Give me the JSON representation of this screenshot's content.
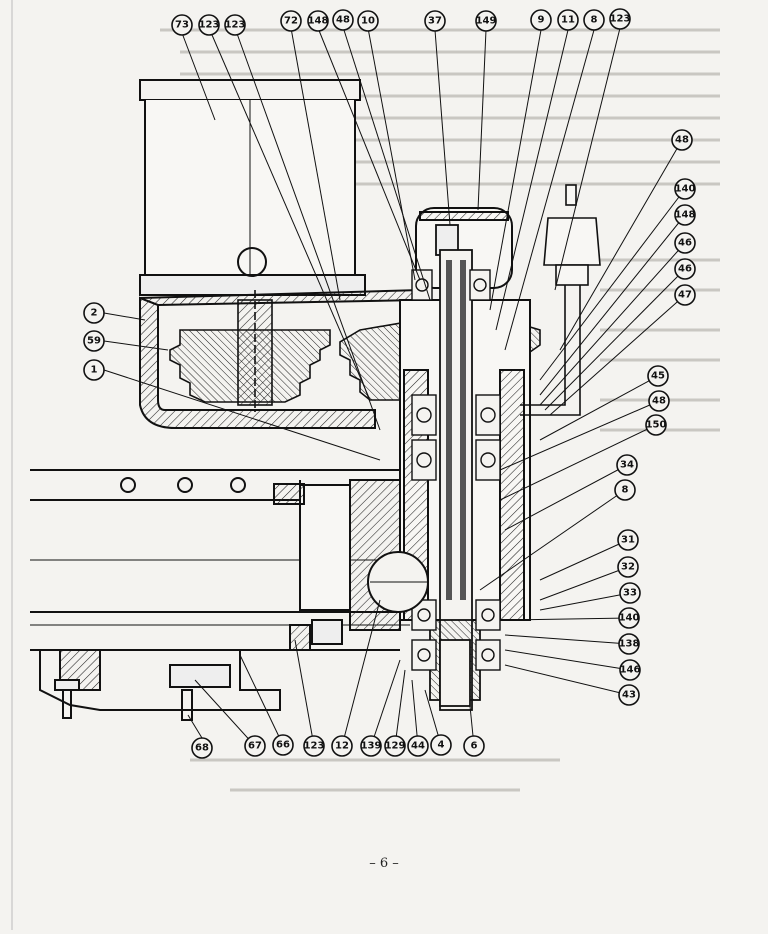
{
  "document": {
    "page_number": "– 6 –"
  },
  "callouts": {
    "top": [
      "73",
      "123",
      "123",
      "72",
      "148",
      "48",
      "10",
      "37",
      "149",
      "9",
      "11",
      "8",
      "123"
    ],
    "right": [
      "48",
      "140",
      "148",
      "46",
      "46",
      "47",
      "45",
      "48",
      "150",
      "34",
      "8",
      "31",
      "32",
      "33",
      "140",
      "138",
      "146",
      "43"
    ],
    "left": [
      "2",
      "59",
      "1"
    ],
    "bottom": [
      "68",
      "67",
      "66",
      "123",
      "12",
      "139",
      "129",
      "44",
      "4",
      "6"
    ]
  }
}
